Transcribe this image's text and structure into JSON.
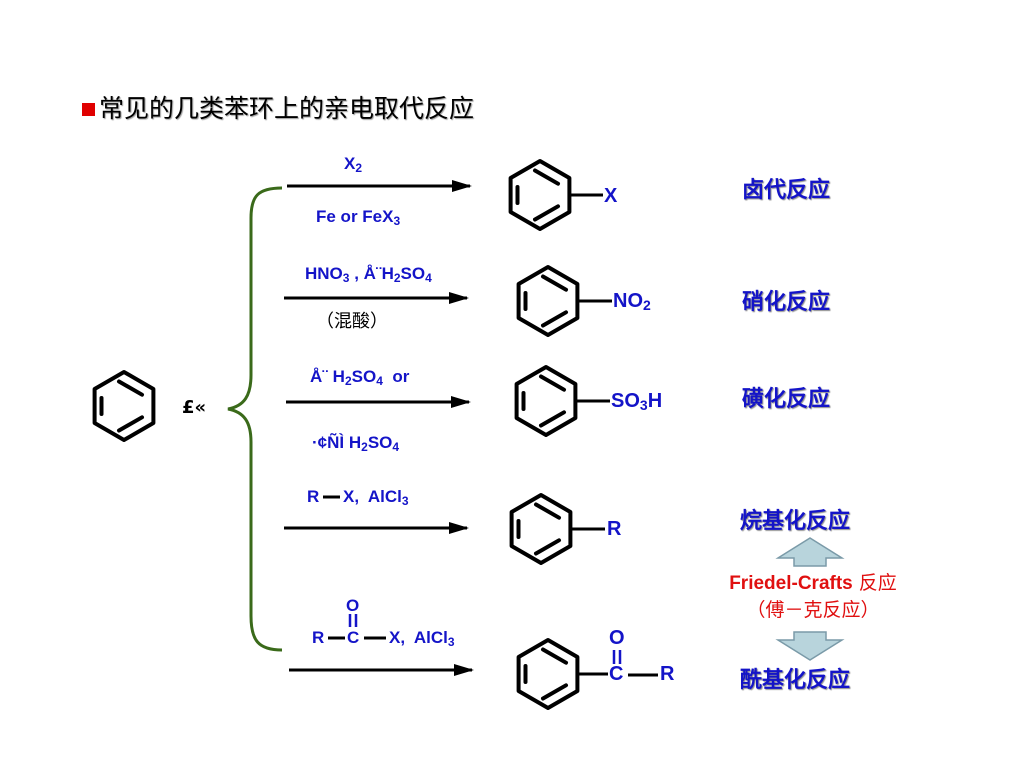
{
  "title": "常见的几类苯环上的亲电取代反应",
  "left_mark": "£«",
  "rows": [
    {
      "above": {
        "pre": "X",
        "sub1": "2",
        "mid": "",
        "sub2": "",
        "post": ""
      },
      "below": {
        "pre": "Fe or FeX",
        "sub1": "3",
        "mid": "",
        "sub2": "",
        "post": ""
      },
      "product": {
        "pre": "X",
        "sub1": "",
        "post": ""
      },
      "name": "卤代反应"
    },
    {
      "above": {
        "pre": "HNO",
        "sub1": "3",
        "mid": " , Å¨H",
        "sub2": "2",
        "mid2": "SO",
        "sub3": "4"
      },
      "below_text": "（混酸）",
      "product": {
        "pre": "NO",
        "sub1": "2",
        "post": ""
      },
      "name": "硝化反应"
    },
    {
      "above": {
        "pre": "Å¨ H",
        "sub1": "2",
        "mid": "SO",
        "sub2": "4",
        "post": "  or"
      },
      "below": {
        "pre": "·¢ÑÌ H",
        "sub1": "2",
        "mid": "SO",
        "sub2": "4",
        "post": ""
      },
      "product": {
        "pre": "SO",
        "sub1": "3",
        "post": "H"
      },
      "name": "磺化反应"
    },
    {
      "above": {
        "r": "R",
        "rest": "X,  AlCl",
        "sub": "3"
      },
      "product": {
        "pre": "R",
        "sub1": "",
        "post": ""
      },
      "name": "烷基化反应"
    },
    {
      "above": {
        "o": "O",
        "r": "R",
        "c": "C",
        "rest": "X,  AlCl",
        "sub": "3"
      },
      "product": {
        "o": "O",
        "c": "C",
        "r": "R"
      },
      "name": "酰基化反应"
    }
  ],
  "friedel_crafts": {
    "line1_en": "Friedel-Crafts",
    "line1_cn": " 反应",
    "line2": "（傅－克反应）"
  },
  "colors": {
    "label_blue": "#1414c8",
    "brace_green": "#3a6a1a",
    "fc_red": "#e01010",
    "arrow_fill": "#b8d4dc"
  }
}
